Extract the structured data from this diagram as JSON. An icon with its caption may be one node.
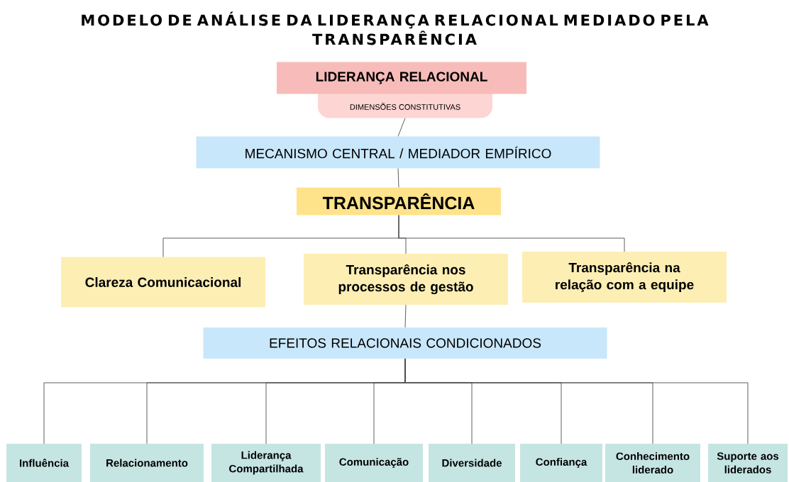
{
  "diagram": {
    "title": "MODELO DE ANÁLISE DA LIDERANÇA RELACIONAL MEDIADO PELA TRANSPARÊNCIA",
    "nodes": [
      {
        "text": [
          "LIDERANÇA RELACIONAL"
        ]
      },
      {
        "text": [
          "DIMENSÕES CONSTITUTIVAS"
        ]
      },
      {
        "text": [
          "MECANISMO CENTRAL / MEDIADOR EMPÍRICO"
        ]
      },
      {
        "text": [
          "TRANSPARÊNCIA"
        ]
      },
      {
        "text": [
          "Clareza Comunicacional"
        ]
      },
      {
        "text": [
          "Transparência nos processos de gestão"
        ]
      },
      {
        "text": [
          "Transparência na relação com a equipe"
        ]
      },
      {
        "text": [
          "EFEITOS RELACIONAIS CONDICIONADOS"
        ]
      },
      {
        "text": [
          "Influência"
        ]
      },
      {
        "text": [
          "Relacionamento"
        ]
      },
      {
        "text": [
          "Liderança Compartilhada"
        ]
      },
      {
        "text": [
          "Comunicação"
        ]
      },
      {
        "text": [
          "Diversidade"
        ]
      },
      {
        "text": [
          "Confiança"
        ]
      },
      {
        "text": [
          "Conhecimento liderado"
        ]
      },
      {
        "text": [
          "Suporte aos liderados"
        ]
      }
    ],
    "edges": [
      {
        "from": 1,
        "to": 2,
        "arrow": "none"
      },
      {
        "from": 2,
        "to": 3,
        "arrow": "none"
      },
      {
        "from": 3,
        "to": 4,
        "arrow": "none"
      },
      {
        "from": 3,
        "to": 5,
        "arrow": "none"
      },
      {
        "from": 3,
        "to": 6,
        "arrow": "none"
      },
      {
        "from": 5,
        "to": 7,
        "arrow": "none"
      },
      {
        "from": 7,
        "to": 8,
        "arrow": "none"
      },
      {
        "from": 7,
        "to": 9,
        "arrow": "none"
      },
      {
        "from": 7,
        "to": 10,
        "arrow": "none"
      },
      {
        "from": 7,
        "to": 11,
        "arrow": "none"
      },
      {
        "from": 7,
        "to": 12,
        "arrow": "none"
      },
      {
        "from": 7,
        "to": 13,
        "arrow": "none"
      },
      {
        "from": 7,
        "to": 14,
        "arrow": "none"
      },
      {
        "from": 7,
        "to": 15,
        "arrow": "none"
      }
    ]
  }
}
